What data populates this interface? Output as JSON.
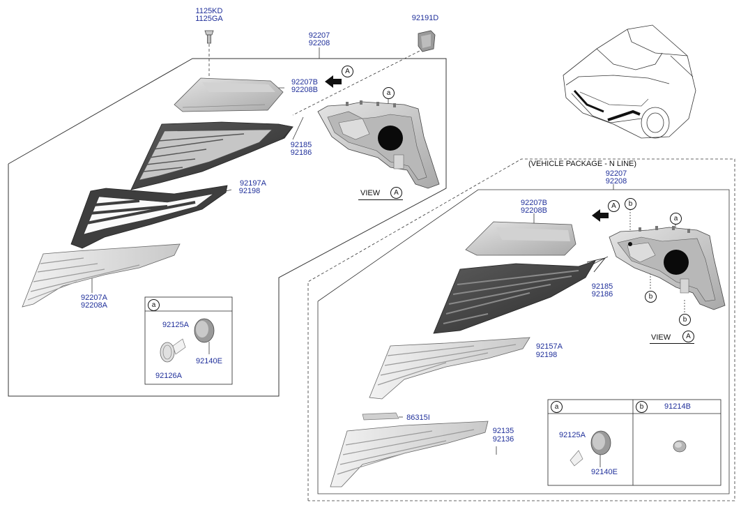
{
  "main_assembly": {
    "bolt_codes": [
      "1125KD",
      "1125GA"
    ],
    "bracket_code": "92191D",
    "assembly_codes": [
      "92207",
      "92208"
    ],
    "housing_codes": [
      "92207B",
      "92208B"
    ],
    "wire_codes": [
      "92185",
      "92186"
    ],
    "bezel_codes": [
      "92197A",
      "92198"
    ],
    "lens_codes": [
      "92207A",
      "92208A"
    ],
    "view_label": "VIEW",
    "view_marker": "A",
    "detail_marker": "A",
    "lamp_marker": "a"
  },
  "detail_a": {
    "header": "a",
    "codes": [
      "92125A",
      "92140E",
      "92126A"
    ]
  },
  "n_line": {
    "title": "(VEHICLE PACKAGE - N LINE)",
    "assembly_codes": [
      "92207",
      "92208"
    ],
    "housing_codes": [
      "92207B",
      "92208B"
    ],
    "wire_codes": [
      "92185",
      "92186"
    ],
    "bezel_codes": [
      "92157A",
      "92198"
    ],
    "strip_code": "86315I",
    "lens_codes": [
      "92135",
      "92136"
    ],
    "view_label": "VIEW",
    "view_marker": "A",
    "detail_marker": "A",
    "marker_a": "a",
    "marker_b": "b"
  },
  "n_line_detail": {
    "header_a": "a",
    "header_b": "b",
    "b_code": "91214B",
    "codes": [
      "92125A",
      "92140E"
    ]
  },
  "colors": {
    "part_code": "#1f2f9a",
    "outline": "#111111"
  }
}
